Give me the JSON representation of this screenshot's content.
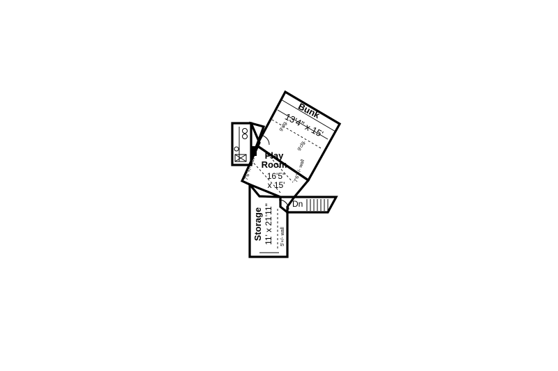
{
  "rooms": {
    "bunk": {
      "name": "Bunk",
      "size": "13'4\" x 15'"
    },
    "play_room": {
      "name_line1": "Play",
      "name_line2": "Room",
      "size_line1": "16'5\"",
      "size_line2": "x 15'"
    },
    "storage": {
      "name": "Storage",
      "size": "11' x 21'11\""
    }
  },
  "notes": {
    "clg_left": "9'clg.",
    "clg_right": "9'clg.",
    "wall_play_left": "7'6\"+/- wall",
    "wall_play_right": "7'6\"+/- wall",
    "wall_storage": "5'+/- wall",
    "stair_down": "Dn"
  }
}
